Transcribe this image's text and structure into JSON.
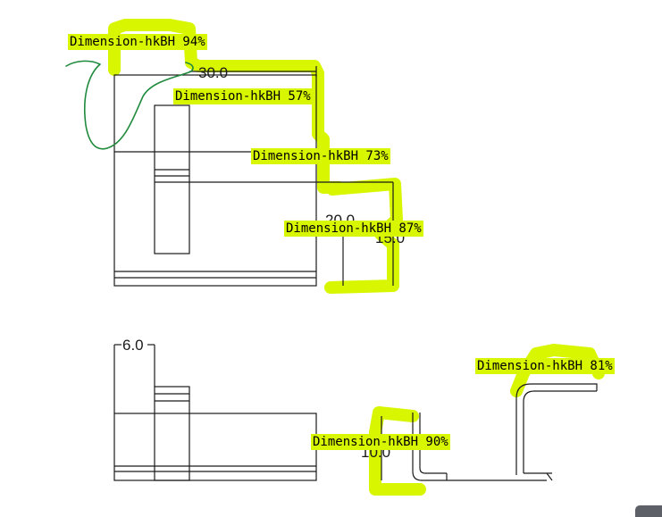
{
  "colors": {
    "highlight": "#d7f600",
    "label_bg": "#d7f600",
    "line": "#1a1a1a",
    "ink": "#1f8a3c"
  },
  "dimensions": {
    "top_width": "30.0",
    "mid_width": "20.0",
    "right_height": "15.0",
    "bottom_left_width": "6.0",
    "bottom_mid_height": "10.0"
  },
  "detections": [
    {
      "label": "Dimension-hkBH 94%"
    },
    {
      "label": "Dimension-hkBH 57%"
    },
    {
      "label": "Dimension-hkBH 73%"
    },
    {
      "label": "Dimension-hkBH 87%"
    },
    {
      "label": "Dimension-hkBH 81%"
    },
    {
      "label": "Dimension-hkBH 90%"
    }
  ],
  "icons": {
    "corner": "scroll-button-icon"
  }
}
